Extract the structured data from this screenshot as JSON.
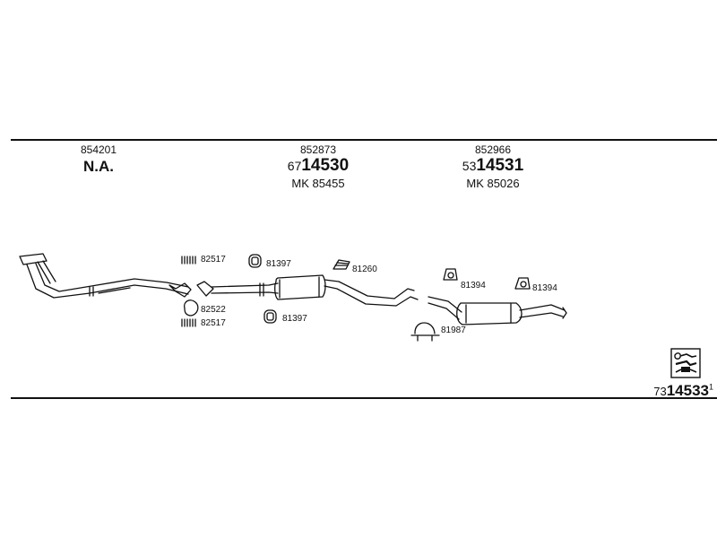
{
  "columns": [
    {
      "ref": "854201",
      "main": "N.A.",
      "prefix": "",
      "number": "",
      "mk": ""
    },
    {
      "ref": "852873",
      "main": "",
      "prefix": "67",
      "number": "14530",
      "mk": "MK 85455"
    },
    {
      "ref": "852966",
      "main": "",
      "prefix": "53",
      "number": "14531",
      "mk": "MK 85026"
    }
  ],
  "parts": {
    "p82517a": "82517",
    "p81397a": "81397",
    "p81260": "81260",
    "p81394a": "81394",
    "p81394b": "81394",
    "p82522": "82522",
    "p82517b": "82517",
    "p81397b": "81397",
    "p81987": "81987"
  },
  "footer": {
    "prefix": "73",
    "number": "14533",
    "suffix": "1"
  },
  "icons": {
    "diagram_icon": "exhaust-system-icon"
  }
}
